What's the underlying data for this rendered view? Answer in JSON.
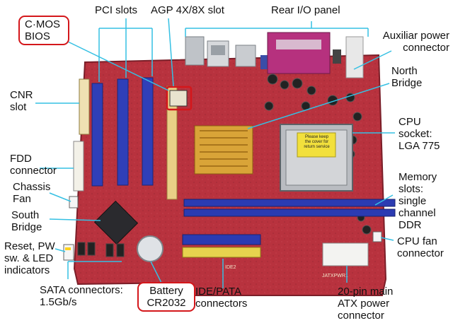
{
  "labels": {
    "cmos_bios": "C·MOS\nBIOS",
    "pci_slots": "PCI slots",
    "agp_slot": "AGP 4X/8X slot",
    "rear_io": "Rear I/O panel",
    "aux_power": "Auxiliar power\nconnector",
    "north_bridge": "North\nBridge",
    "cnr_slot": "CNR\nslot",
    "cpu_socket": "CPU\nsocket:\nLGA 775",
    "fdd_connector": "FDD\nconnector",
    "memory_slots": "Memory\nslots:\nsingle\nchannel\nDDR",
    "chassis_fan": "Chassis\nFan",
    "south_bridge": "South\nBridge",
    "cpu_fan": "CPU fan\nconnector",
    "reset_pw": "Reset, PW\nsw. & LED\nindicators",
    "sata": "SATA connectors:\n1.5Gb/s",
    "battery": "Battery\nCR2032",
    "ide_pata": "IDE/PATA\nconnectors",
    "atx_power": "20-pin  main\nATX power\nconnector"
  },
  "board_markings": {
    "cpu_sticker": "Please keep\nthe cover for\nreturn service",
    "ide_label": "IDE2",
    "atx_label": "JATXPWR1"
  },
  "colors": {
    "board": "#b8323e",
    "board_dark": "#8e2630",
    "pci_blue": "#2f3fb8",
    "agp_yellow": "#e9cf86",
    "callout_line": "#35c0e3",
    "highlight_red": "#d4171b"
  }
}
